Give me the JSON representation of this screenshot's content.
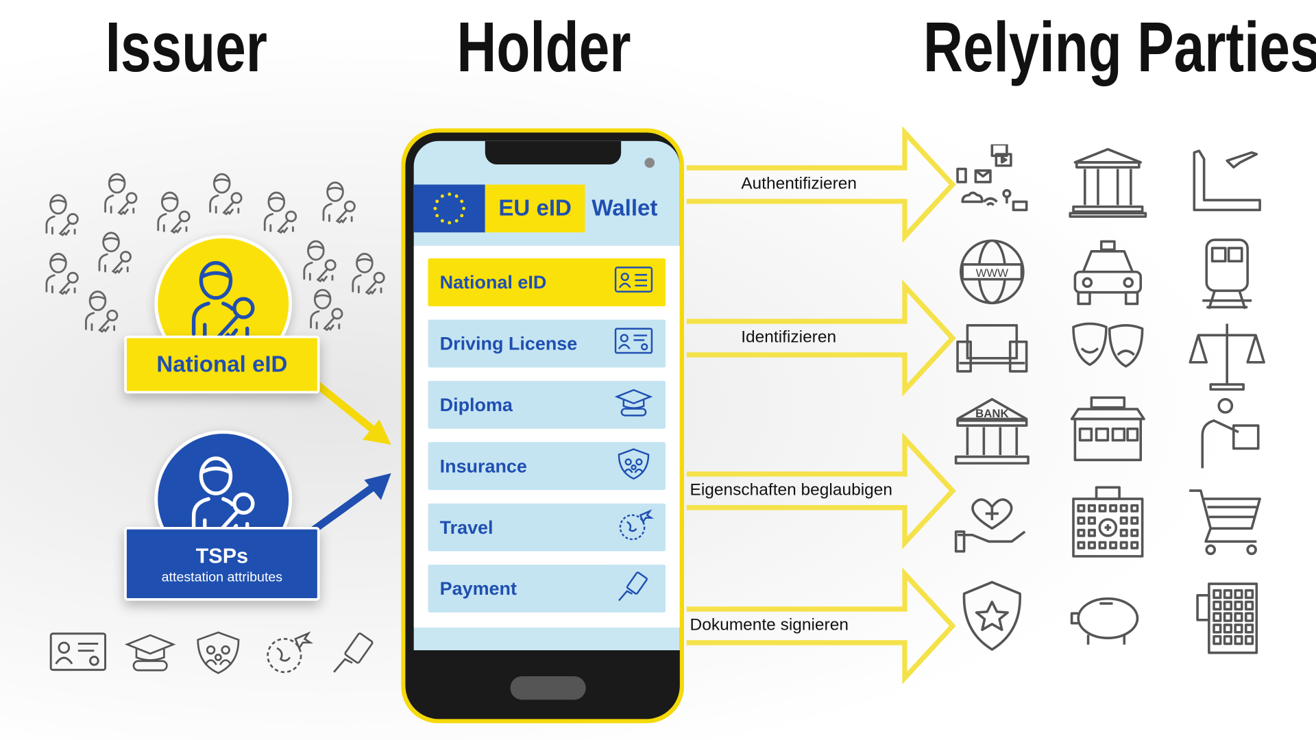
{
  "columns": {
    "issuer": "Issuer",
    "holder": "Holder",
    "relying_parties": "Relying Parties"
  },
  "issuer": {
    "national_eid_label": "National eID",
    "tsps_label": "TSPs",
    "tsps_sublabel": "attestation attributes",
    "bottom_icons": [
      "id-card-icon",
      "graduation-cap-icon",
      "shield-family-icon",
      "globe-plane-icon",
      "card-hand-icon"
    ]
  },
  "wallet": {
    "title_eu": "EU eID",
    "title_wallet": "Wallet",
    "items": [
      {
        "label": "National eID",
        "icon": "id-card-icon",
        "selected": true
      },
      {
        "label": "Driving License",
        "icon": "driver-card-icon",
        "selected": false
      },
      {
        "label": "Diploma",
        "icon": "graduation-cap-icon",
        "selected": false
      },
      {
        "label": "Insurance",
        "icon": "shield-family-icon",
        "selected": false
      },
      {
        "label": "Travel",
        "icon": "globe-plane-icon",
        "selected": false
      },
      {
        "label": "Payment",
        "icon": "card-hand-icon",
        "selected": false
      }
    ]
  },
  "actions": [
    {
      "label": "Authentifizieren"
    },
    {
      "label": "Identifizieren"
    },
    {
      "label": "Eigenschaften beglaubigen"
    },
    {
      "label": "Dokumente signieren"
    }
  ],
  "relying_party_icons": [
    "online-services-icon",
    "government-building-icon",
    "airport-icon",
    "www-globe-icon",
    "taxi-icon",
    "train-icon",
    "devices-icon",
    "theater-masks-icon",
    "justice-scales-icon",
    "bank-icon",
    "shop-icon",
    "person-parcel-icon",
    "healthcare-hand-heart-icon",
    "hospital-icon",
    "shopping-cart-icon",
    "police-badge-icon",
    "piggy-bank-icon",
    "hotel-icon"
  ],
  "colors": {
    "eu_blue": "#1f4fb0",
    "eu_yellow": "#fbe10a",
    "screen_blue": "#c4e4f2"
  }
}
